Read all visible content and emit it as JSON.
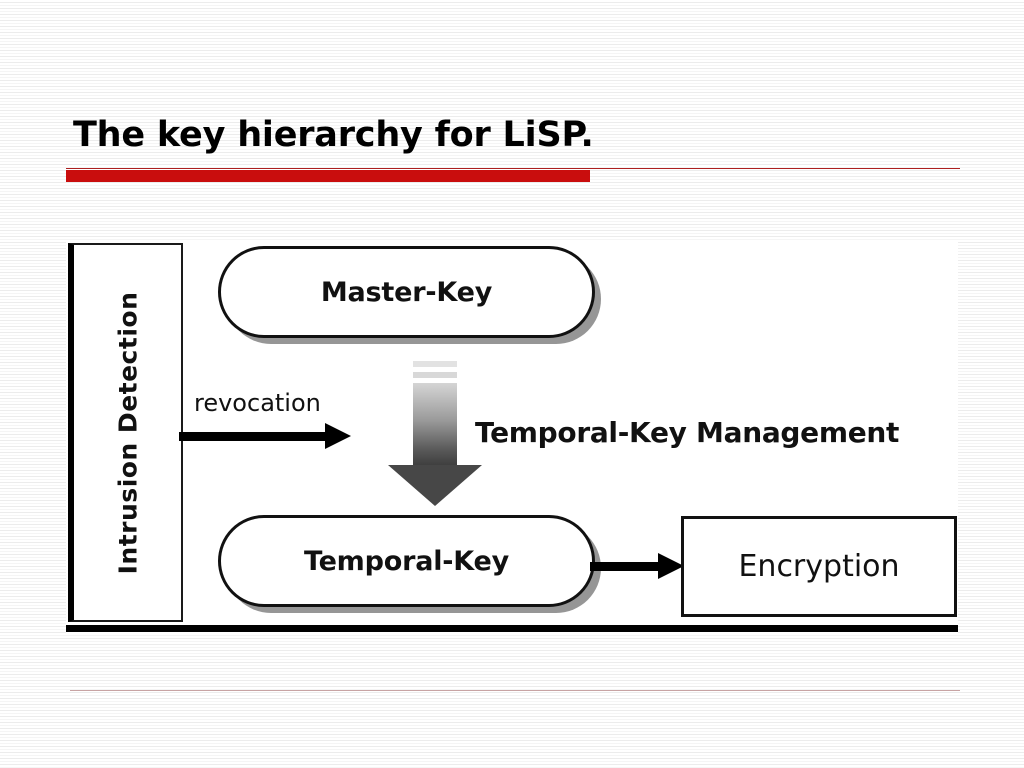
{
  "slide": {
    "title": "The key hierarchy for LiSP.",
    "accent_color": "#c90d0d",
    "accent_rule_color": "#ad1f1f",
    "footer_rule_color": "#c7a3a3",
    "background_color": "#ffffff"
  },
  "diagram": {
    "side_panel": {
      "label": "Intrusion Detection",
      "orientation": "vertical-bottom-to-top"
    },
    "nodes": [
      {
        "id": "master-key",
        "label": "Master-Key",
        "shape": "pill",
        "shadow": true
      },
      {
        "id": "temporal-key",
        "label": "Temporal-Key",
        "shape": "pill",
        "shadow": true
      },
      {
        "id": "encryption",
        "label": "Encryption",
        "shape": "rectangle",
        "shadow": false
      }
    ],
    "caption": "Temporal-Key Management",
    "edges": [
      {
        "id": "revocation-edge",
        "label": "revocation",
        "from": "intrusion-detection",
        "to": "temporal-key-management",
        "style": "solid-black-arrow"
      },
      {
        "id": "master-to-temporal-edge",
        "label": "",
        "from": "master-key",
        "to": "temporal-key",
        "style": "gradient-block-arrow"
      },
      {
        "id": "temporal-to-encryption-edge",
        "label": "",
        "from": "temporal-key",
        "to": "encryption",
        "style": "solid-black-arrow"
      }
    ]
  }
}
